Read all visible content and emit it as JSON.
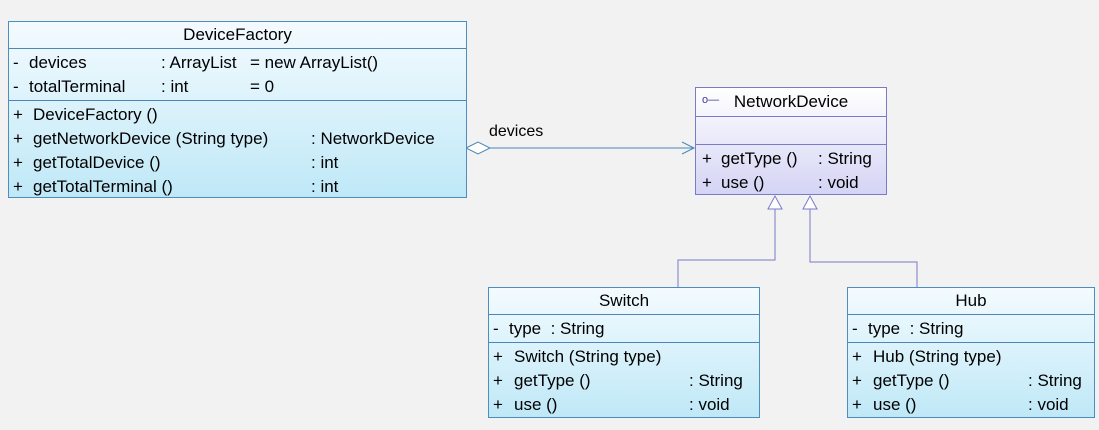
{
  "device_factory": {
    "name": "DeviceFactory",
    "attributes": [
      {
        "vis": "-",
        "name": "devices",
        "type": ": ArrayList",
        "init": "= new ArrayList()"
      },
      {
        "vis": "-",
        "name": "totalTerminal",
        "type": ": int",
        "init": "= 0"
      }
    ],
    "operations": [
      {
        "vis": "+",
        "sig": "DeviceFactory ()",
        "ret": ""
      },
      {
        "vis": "+",
        "sig": "getNetworkDevice (String type)",
        "ret": ": NetworkDevice"
      },
      {
        "vis": "+",
        "sig": "getTotalDevice ()",
        "ret": ": int"
      },
      {
        "vis": "+",
        "sig": "getTotalTerminal ()",
        "ret": ": int"
      }
    ]
  },
  "network_device": {
    "name": "NetworkDevice",
    "stereotype_icon": "interface-lollipop-icon",
    "operations": [
      {
        "vis": "+",
        "sig": "getType ()",
        "ret": ": String"
      },
      {
        "vis": "+",
        "sig": "use ()",
        "ret": ": void"
      }
    ]
  },
  "switch": {
    "name": "Switch",
    "attributes": [
      {
        "vis": "-",
        "text": "type  : String"
      }
    ],
    "operations": [
      {
        "vis": "+",
        "sig": "Switch (String type)",
        "ret": ""
      },
      {
        "vis": "+",
        "sig": "getType ()",
        "ret": ": String"
      },
      {
        "vis": "+",
        "sig": "use ()",
        "ret": ": void"
      }
    ]
  },
  "hub": {
    "name": "Hub",
    "attributes": [
      {
        "vis": "-",
        "text": "type  : String"
      }
    ],
    "operations": [
      {
        "vis": "+",
        "sig": "Hub (String type)",
        "ret": ""
      },
      {
        "vis": "+",
        "sig": "getType ()",
        "ret": ": String"
      },
      {
        "vis": "+",
        "sig": "use ()",
        "ret": ": void"
      }
    ]
  },
  "association": {
    "label": "devices"
  },
  "colors": {
    "concrete_border": "#4a8fc0",
    "interface_border": "#7a7ac8",
    "line": "#4a86b8"
  }
}
